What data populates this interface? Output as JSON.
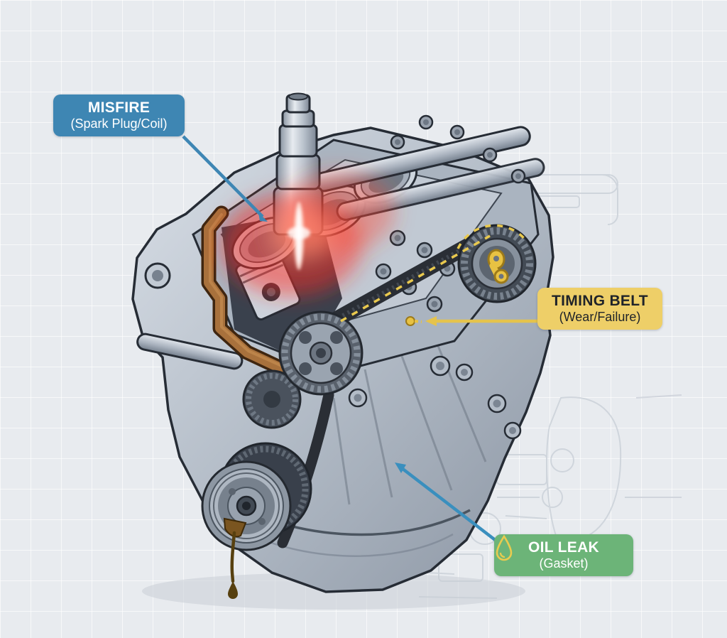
{
  "diagram": {
    "type": "engine-fault-callout-illustration",
    "subject": "cutaway 3-cylinder engine with fault callouts",
    "callouts": {
      "misfire": {
        "title": "MISFIRE",
        "subtitle": "(Spark Plug/Coil)",
        "accent": "#3e86b3"
      },
      "timing_belt": {
        "title": "TIMING BELT",
        "subtitle": "(Wear/Failure)",
        "accent": "#eecf68"
      },
      "oil_leak": {
        "title": "OIL LEAK",
        "subtitle": "(Gasket)",
        "accent": "#6cb478",
        "icon": "oil-drop-icon"
      }
    },
    "colors": {
      "background": "#e8ebef",
      "grid_line": "#f5f7f9",
      "engine_outline": "#262c35",
      "engine_metal_light": "#d6dce4",
      "engine_metal_dark": "#97a1ae",
      "cutaway_bronze": "#a8713c",
      "misfire_glow": "#ff3a26",
      "timing_belt_black": "#2a2e35",
      "timing_dash_yellow": "#e9c94e",
      "oil_drip_brown": "#57400f",
      "leader_blue": "#3e86b4",
      "leader_yellow": "#e5c34c"
    }
  }
}
